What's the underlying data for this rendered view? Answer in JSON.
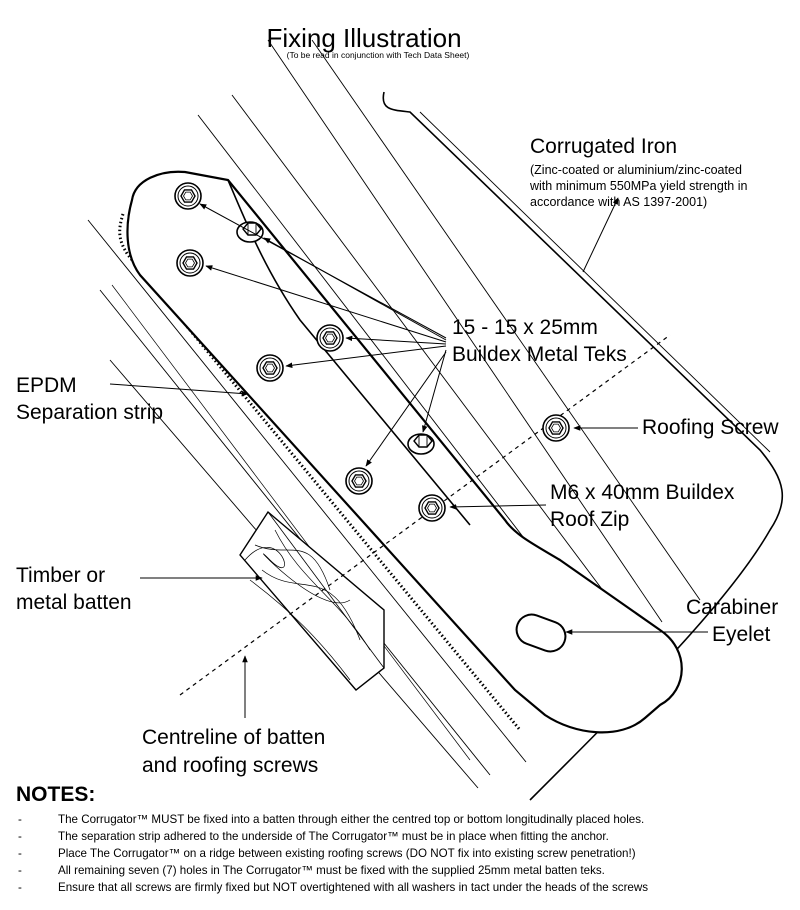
{
  "title": "Fixing Illustration",
  "subtitle": "(To be read in conjunction with Tech Data Sheet)",
  "labels": {
    "corrugated_iron": "Corrugated Iron",
    "corrugated_iron_desc": [
      "(Zinc-coated or aluminium/zinc-coated",
      "with minimum 550MPa yield strength in",
      "accordance with AS 1397-2001)"
    ],
    "teks": [
      "15 - 15 x 25mm",
      "Buildex Metal Teks"
    ],
    "epdm": [
      "EPDM",
      "Separation strip"
    ],
    "roofing_screw": "Roofing Screw",
    "roof_zip": [
      "M6 x 40mm Buildex",
      "Roof Zip"
    ],
    "batten": [
      "Timber or",
      "metal batten"
    ],
    "carabiner": [
      "Carabiner",
      "Eyelet"
    ],
    "centreline": [
      "Centreline of batten",
      "and roofing screws"
    ]
  },
  "notes": {
    "heading": "NOTES:",
    "bullet": "-",
    "items": [
      "The Corrugator™ MUST be fixed into a batten through either the centred top or bottom longitudinally placed holes.",
      "The separation strip adhered to the underside of The Corrugator™ must be in place when fitting the anchor.",
      "Place The Corrugator™ on a ridge between existing roofing screws (DO NOT fix into existing screw penetration!)",
      "All remaining seven (7) holes in The Corrugator™ must be fixed with the supplied 25mm metal batten teks.",
      "Ensure that all screws are firmly fixed but NOT overtightened with all washers in tact under the heads of the screws"
    ]
  },
  "icons": [
    "screw-head-icon",
    "carabiner-eyelet-icon"
  ]
}
